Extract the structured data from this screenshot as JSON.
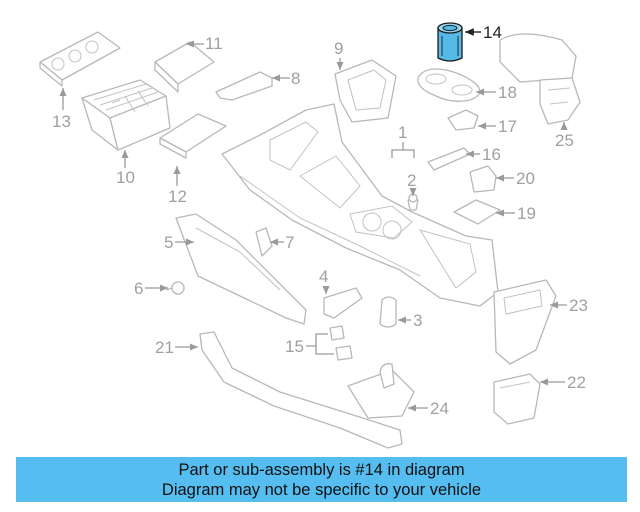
{
  "diagram": {
    "highlight_color": "#55b9e8",
    "callouts": [
      {
        "id": "c1",
        "text": "1"
      },
      {
        "id": "c2",
        "text": "2"
      },
      {
        "id": "c3",
        "text": "3"
      },
      {
        "id": "c4",
        "text": "4"
      },
      {
        "id": "c5",
        "text": "5"
      },
      {
        "id": "c6",
        "text": "6"
      },
      {
        "id": "c7",
        "text": "7"
      },
      {
        "id": "c8",
        "text": "8"
      },
      {
        "id": "c9",
        "text": "9"
      },
      {
        "id": "c10",
        "text": "10"
      },
      {
        "id": "c11",
        "text": "11"
      },
      {
        "id": "c12",
        "text": "12"
      },
      {
        "id": "c13",
        "text": "13"
      },
      {
        "id": "c14",
        "text": "14"
      },
      {
        "id": "c15",
        "text": "15"
      },
      {
        "id": "c16",
        "text": "16"
      },
      {
        "id": "c17",
        "text": "17"
      },
      {
        "id": "c18",
        "text": "18"
      },
      {
        "id": "c19",
        "text": "19"
      },
      {
        "id": "c20",
        "text": "20"
      },
      {
        "id": "c21",
        "text": "21"
      },
      {
        "id": "c22",
        "text": "22"
      },
      {
        "id": "c23",
        "text": "23"
      },
      {
        "id": "c24",
        "text": "24"
      },
      {
        "id": "c25",
        "text": "25"
      }
    ]
  },
  "footer": {
    "line1": "Part or sub-assembly is #14 in diagram",
    "line2": "Diagram may not be specific to your vehicle",
    "background": "#56bdf0"
  }
}
